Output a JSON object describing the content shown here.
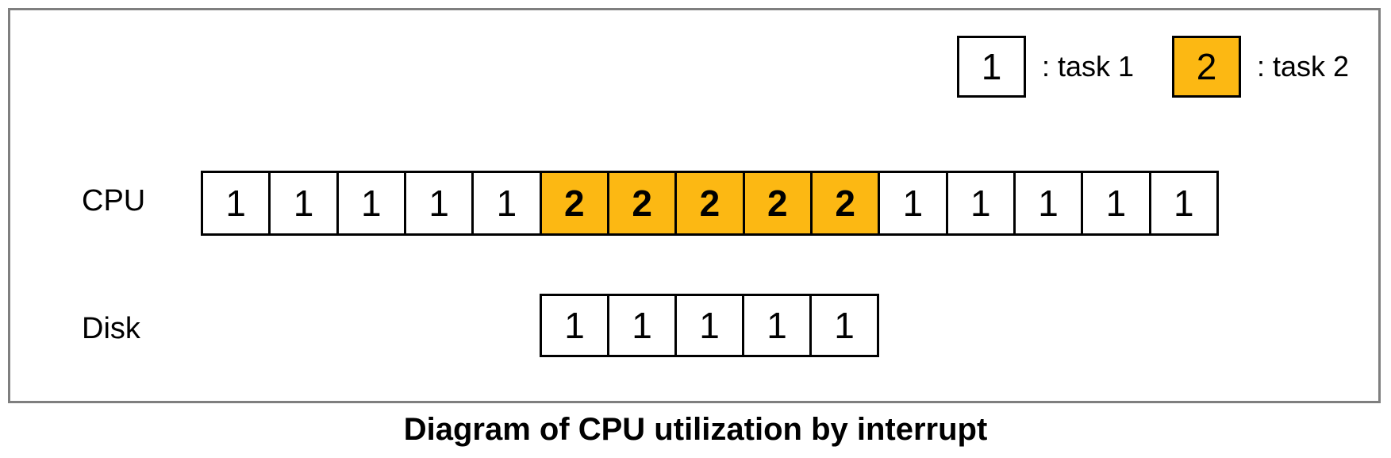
{
  "diagram": {
    "caption": "Diagram of CPU utilization by interrupt",
    "legend": [
      {
        "symbol": "1",
        "label": ": task 1",
        "fill": "#FFFFFF"
      },
      {
        "symbol": "2",
        "label": ": task 2",
        "fill": "#FCB813"
      }
    ],
    "rows": [
      {
        "label": "CPU",
        "cells": [
          "1",
          "1",
          "1",
          "1",
          "1",
          "2",
          "2",
          "2",
          "2",
          "2",
          "1",
          "1",
          "1",
          "1",
          "1"
        ]
      },
      {
        "label": "Disk",
        "cells": [
          "1",
          "1",
          "1",
          "1",
          "1"
        ]
      }
    ],
    "task_fills": {
      "1": "#FFFFFF",
      "2": "#FCB813"
    },
    "colors": {
      "frame_border": "#7F7F7F",
      "cell_border": "#000000",
      "task2_accent": "#FCB813",
      "text": "#000000"
    }
  }
}
